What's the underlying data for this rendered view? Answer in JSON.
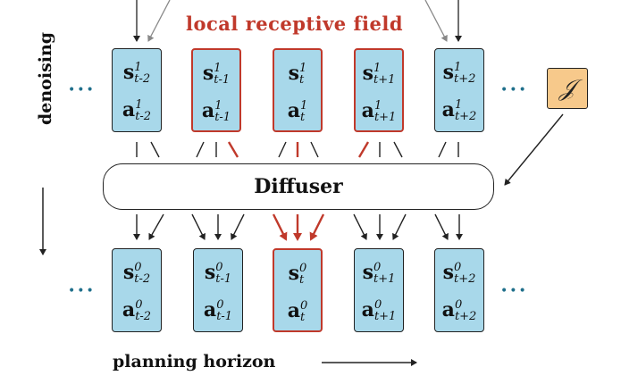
{
  "labels": {
    "receptive_field": "local receptive field",
    "diffuser": "Diffuser",
    "planning_horizon": "planning horizon",
    "denoising": "denoising",
    "cost": "𝒥",
    "ellipsis": "•••"
  },
  "top_row": [
    {
      "s_sup": "1",
      "a_sup": "1",
      "sub": "t-2"
    },
    {
      "s_sup": "1",
      "a_sup": "1",
      "sub": "t-1"
    },
    {
      "s_sup": "1",
      "a_sup": "1",
      "sub": "t"
    },
    {
      "s_sup": "1",
      "a_sup": "1",
      "sub": "t+1"
    },
    {
      "s_sup": "1",
      "a_sup": "1",
      "sub": "t+2"
    }
  ],
  "bottom_row": [
    {
      "s_sup": "0",
      "a_sup": "0",
      "sub": "t-2"
    },
    {
      "s_sup": "0",
      "a_sup": "0",
      "sub": "t-1"
    },
    {
      "s_sup": "0",
      "a_sup": "0",
      "sub": "t"
    },
    {
      "s_sup": "0",
      "a_sup": "0",
      "sub": "t+1"
    },
    {
      "s_sup": "0",
      "a_sup": "0",
      "sub": "t+2"
    }
  ],
  "variables": {
    "state": "s",
    "action": "a"
  },
  "colors": {
    "highlight": "#c0392b",
    "box_fill": "#a8d8ea",
    "cost_fill": "#f7c98b",
    "dots": "#1f6f8b"
  }
}
